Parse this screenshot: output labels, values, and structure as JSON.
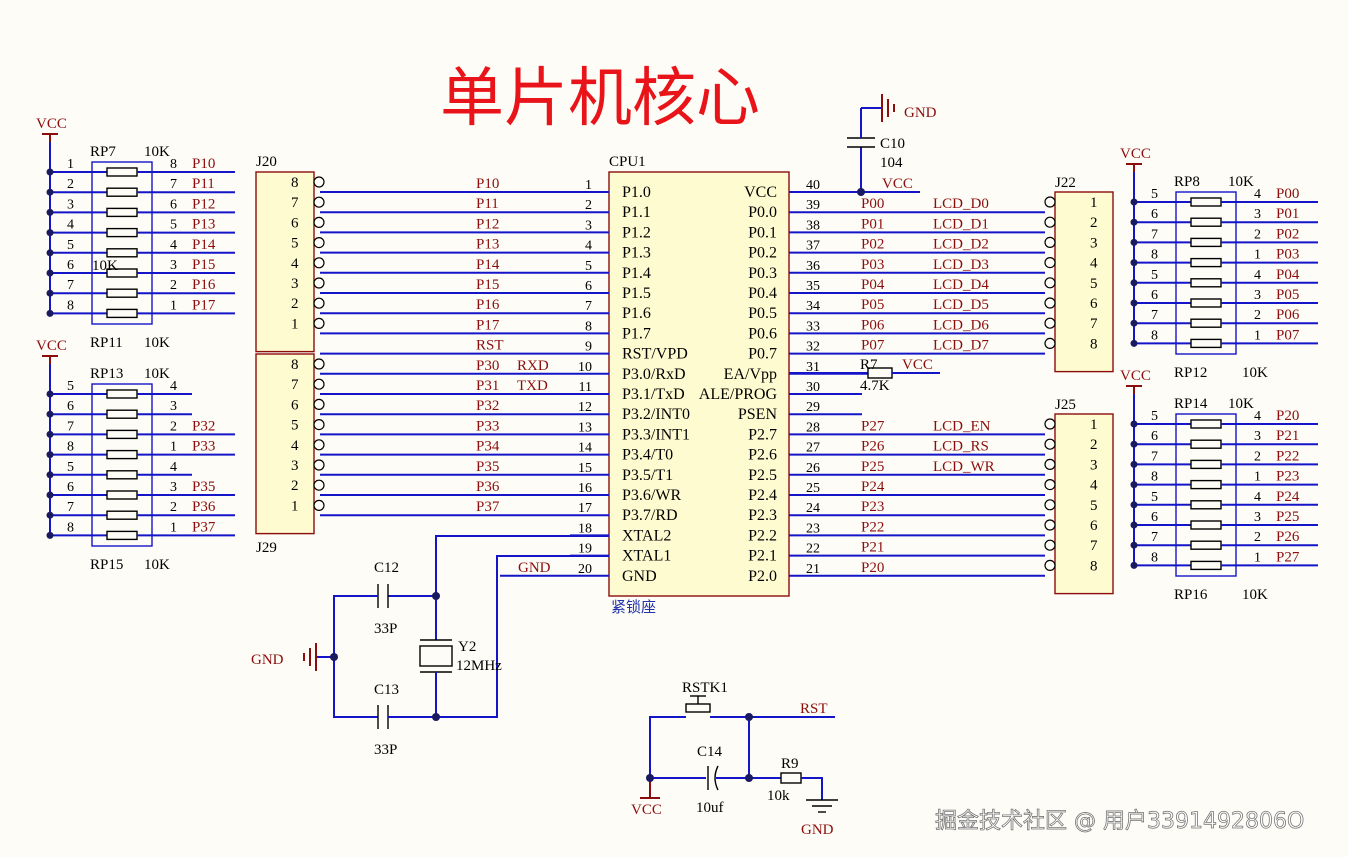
{
  "title": "单片机核心",
  "watermark": "掘金技术社区 @ 用户3391492806O",
  "colors": {
    "wire": "#1414c8",
    "net": "#8b0d0d",
    "title": "#e8141a",
    "body": "#fffbd0"
  },
  "mcu": {
    "designator": "CPU1",
    "footnote": "紧锁座",
    "left_pins": [
      {
        "n": "1",
        "name": "P1.0",
        "net": "P10"
      },
      {
        "n": "2",
        "name": "P1.1",
        "net": "P11"
      },
      {
        "n": "3",
        "name": "P1.2",
        "net": "P12"
      },
      {
        "n": "4",
        "name": "P1.3",
        "net": "P13"
      },
      {
        "n": "5",
        "name": "P1.4",
        "net": "P14"
      },
      {
        "n": "6",
        "name": "P1.5",
        "net": "P15"
      },
      {
        "n": "7",
        "name": "P1.6",
        "net": "P16"
      },
      {
        "n": "8",
        "name": "P1.7",
        "net": "P17"
      },
      {
        "n": "9",
        "name": "RST/VPD",
        "net": "RST"
      },
      {
        "n": "10",
        "name": "P3.0/RxD",
        "net": "P30",
        "net2": "RXD"
      },
      {
        "n": "11",
        "name": "P3.1/TxD",
        "net": "P31",
        "net2": "TXD"
      },
      {
        "n": "12",
        "name": "P3.2/INT0",
        "net": "P32"
      },
      {
        "n": "13",
        "name": "P3.3/INT1",
        "net": "P33"
      },
      {
        "n": "14",
        "name": "P3.4/T0",
        "net": "P34"
      },
      {
        "n": "15",
        "name": "P3.5/T1",
        "net": "P35"
      },
      {
        "n": "16",
        "name": "P3.6/WR",
        "net": "P36"
      },
      {
        "n": "17",
        "name": "P3.7/RD",
        "net": "P37"
      },
      {
        "n": "18",
        "name": "XTAL2",
        "net": ""
      },
      {
        "n": "19",
        "name": "XTAL1",
        "net": ""
      },
      {
        "n": "20",
        "name": "GND",
        "net": "GND"
      }
    ],
    "right_pins": [
      {
        "n": "40",
        "name": "VCC",
        "net": "VCC"
      },
      {
        "n": "39",
        "name": "P0.0",
        "net": "P00",
        "net2": "LCD_D0"
      },
      {
        "n": "38",
        "name": "P0.1",
        "net": "P01",
        "net2": "LCD_D1"
      },
      {
        "n": "37",
        "name": "P0.2",
        "net": "P02",
        "net2": "LCD_D2"
      },
      {
        "n": "36",
        "name": "P0.3",
        "net": "P03",
        "net2": "LCD_D3"
      },
      {
        "n": "35",
        "name": "P0.4",
        "net": "P04",
        "net2": "LCD_D4"
      },
      {
        "n": "34",
        "name": "P0.5",
        "net": "P05",
        "net2": "LCD_D5"
      },
      {
        "n": "33",
        "name": "P0.6",
        "net": "P06",
        "net2": "LCD_D6"
      },
      {
        "n": "32",
        "name": "P0.7",
        "net": "P07",
        "net2": "LCD_D7"
      },
      {
        "n": "31",
        "name": "EA/Vpp",
        "net": ""
      },
      {
        "n": "30",
        "name": "ALE/PROG",
        "net": ""
      },
      {
        "n": "29",
        "name": "PSEN",
        "net": ""
      },
      {
        "n": "28",
        "name": "P2.7",
        "net": "P27",
        "net2": "LCD_EN"
      },
      {
        "n": "27",
        "name": "P2.6",
        "net": "P26",
        "net2": "LCD_RS"
      },
      {
        "n": "26",
        "name": "P2.5",
        "net": "P25",
        "net2": "LCD_WR"
      },
      {
        "n": "25",
        "name": "P2.4",
        "net": "P24"
      },
      {
        "n": "24",
        "name": "P2.3",
        "net": "P23"
      },
      {
        "n": "23",
        "name": "P2.2",
        "net": "P22"
      },
      {
        "n": "22",
        "name": "P2.1",
        "net": "P21"
      },
      {
        "n": "21",
        "name": "P2.0",
        "net": "P20"
      }
    ]
  },
  "connectors": {
    "J20": {
      "label": "J20",
      "pins": [
        "8",
        "7",
        "6",
        "5",
        "4",
        "3",
        "2",
        "1"
      ]
    },
    "J29": {
      "label": "J29",
      "pins": [
        "8",
        "7",
        "6",
        "5",
        "4",
        "3",
        "2",
        "1"
      ]
    },
    "J22": {
      "label": "J22",
      "pins": [
        "1",
        "2",
        "3",
        "4",
        "5",
        "6",
        "7",
        "8"
      ]
    },
    "J25": {
      "label": "J25",
      "pins": [
        "1",
        "2",
        "3",
        "4",
        "5",
        "6",
        "7",
        "8"
      ]
    }
  },
  "rpacks_left": [
    {
      "top": "RP7",
      "bottom": "RP11",
      "value_a": "10K",
      "value_b": "10K",
      "pins_l": [
        "1",
        "2",
        "3",
        "4",
        "5",
        "6",
        "7",
        "8"
      ],
      "pins_r": [
        "8",
        "7",
        "6",
        "5",
        "4",
        "3",
        "2",
        "1"
      ],
      "nets": [
        "P10",
        "P11",
        "P12",
        "P13",
        "P14",
        "P15",
        "P16",
        "P17"
      ]
    },
    {
      "top": "RP13",
      "bottom": "RP15",
      "value_a": "10K",
      "value_b": "10K",
      "pins_l": [
        "5",
        "6",
        "7",
        "8",
        "5",
        "6",
        "7",
        "8"
      ],
      "pins_r": [
        "4",
        "3",
        "2",
        "1",
        "4",
        "3",
        "2",
        "1"
      ],
      "nets": [
        "",
        "",
        "P32",
        "P33",
        "",
        "P35",
        "P36",
        "P37"
      ]
    }
  ],
  "rpacks_right": [
    {
      "top": "RP8",
      "bottom": "RP12",
      "value_a": "10K",
      "value_b": "10K",
      "pins_l": [
        "5",
        "6",
        "7",
        "8",
        "5",
        "6",
        "7",
        "8"
      ],
      "pins_r": [
        "4",
        "3",
        "2",
        "1",
        "4",
        "3",
        "2",
        "1"
      ],
      "nets": [
        "P00",
        "P01",
        "P02",
        "P03",
        "P04",
        "P05",
        "P06",
        "P07"
      ]
    },
    {
      "top": "RP14",
      "bottom": "RP16",
      "value_a": "10K",
      "value_b": "10K",
      "pins_l": [
        "5",
        "6",
        "7",
        "8",
        "5",
        "6",
        "7",
        "8"
      ],
      "pins_r": [
        "4",
        "3",
        "2",
        "1",
        "4",
        "3",
        "2",
        "1"
      ],
      "nets": [
        "P20",
        "P21",
        "P22",
        "P23",
        "P24",
        "P25",
        "P26",
        "P27"
      ]
    }
  ],
  "rp7_mid_value": "10K",
  "power": {
    "vcc": "VCC",
    "gnd": "GND"
  },
  "parts": {
    "c10": {
      "label": "C10",
      "value": "104"
    },
    "r7": {
      "label": "R7",
      "value": "4.7K"
    },
    "c12": {
      "label": "C12",
      "value": "33P"
    },
    "c13": {
      "label": "C13",
      "value": "33P"
    },
    "y2": {
      "label": "Y2",
      "value": "12MHz"
    },
    "rstk1": {
      "label": "RSTK1"
    },
    "c14": {
      "label": "C14",
      "value": "10uf"
    },
    "r9": {
      "label": "R9",
      "value": "10k"
    },
    "rst_net": "RST"
  }
}
